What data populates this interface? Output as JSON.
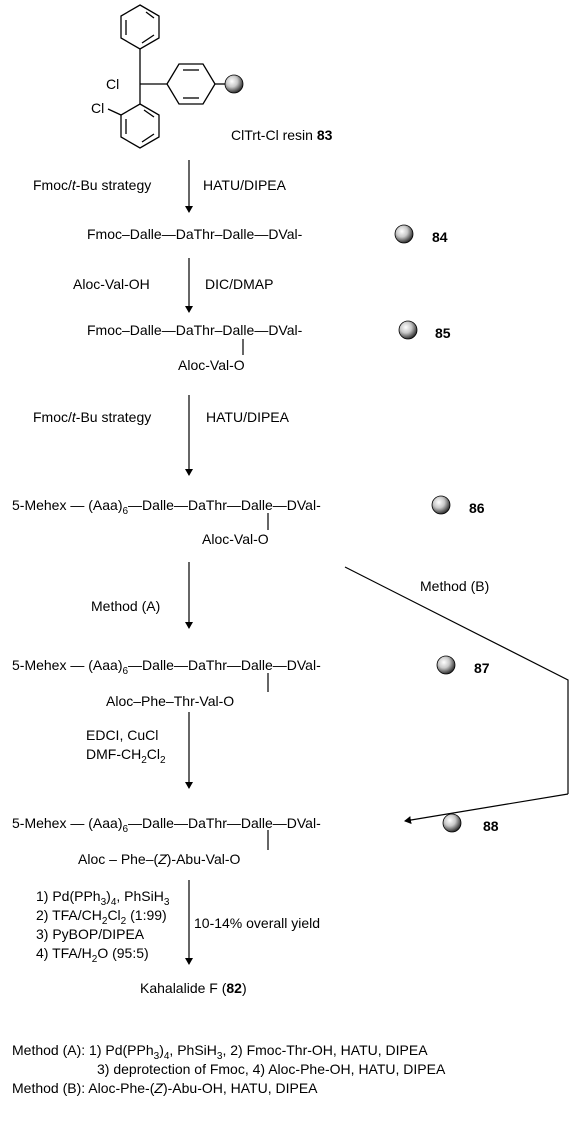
{
  "resin": {
    "cl_top": "Cl",
    "cl_left": "Cl",
    "name": "ClTrt-Cl resin",
    "number": "83"
  },
  "step1": {
    "left_a": "Fmoc/",
    "left_b": "t",
    "left_c": "-Bu strategy",
    "right": "HATU/DIPEA"
  },
  "cmpd84": {
    "fmoc": "Fmoc",
    "dalle1": "Dalle",
    "dathr_d": "Da",
    "dathr_t": "Thr",
    "dalle2": "Dalle",
    "dval": "DVal",
    "number": "84"
  },
  "step2": {
    "left": "Aloc-Val-OH",
    "right": "DIC/DMAP"
  },
  "cmpd85": {
    "fmoc": "Fmoc",
    "dalle1": "Dalle",
    "dathr_d": "Da",
    "dathr_t": "Thr",
    "dalle2": "Dalle",
    "dval": "DVal",
    "branch_aloc": "Aloc",
    "branch_val": "Val",
    "branch_o": "O",
    "number": "85"
  },
  "step3": {
    "left_a": "Fmoc/",
    "left_b": "t",
    "left_c": "-Bu strategy",
    "right": "HATU/DIPEA"
  },
  "cmpd86": {
    "mehex": "5-Mehex",
    "aaa": "(Aaa)",
    "aaa_sub": "6",
    "dalle1": "Dalle",
    "dathr_d": "Da",
    "dathr_t": "Thr",
    "dalle2": "Dalle",
    "dval": "DVal",
    "branch_aloc": "Aloc",
    "branch_val": "Val",
    "branch_o": "O",
    "number": "86"
  },
  "method_b_label": "Method (B)",
  "method_a_label": "Method (A)",
  "cmpd87": {
    "mehex": "5-Mehex",
    "aaa": "(Aaa)",
    "aaa_sub": "6",
    "dalle1": "Dalle",
    "dathr_d": "Da",
    "dathr_t": "Thr",
    "dalle2": "Dalle",
    "dval": "DVal",
    "branch_aloc": "Aloc",
    "branch_phe": "Phe",
    "branch_thr": "Thr",
    "branch_val": "Val",
    "branch_o": "O",
    "number": "87"
  },
  "step5": {
    "line1": "EDCI, CuCl",
    "line2_a": "DMF-CH",
    "line2_sub1": "2",
    "line2_b": "Cl",
    "line2_sub2": "2"
  },
  "cmpd88": {
    "mehex": "5-Mehex",
    "aaa": "(Aaa)",
    "aaa_sub": "6",
    "dalle1": "Dalle",
    "dathr_d": "Da",
    "dathr_t": "Thr",
    "dalle2": "Dalle",
    "dval": "DVal",
    "branch_aloc": "Aloc",
    "branch_phe": "Phe",
    "branch_z_open": "(",
    "branch_z": "Z",
    "branch_z_close": ")-Abu-Val-O",
    "number": "88"
  },
  "final_step": {
    "l1_a": "1) Pd(PPh",
    "l1_sub": "3",
    "l1_b": ")",
    "l1_sub2": "4",
    "l1_c": ", PhSiH",
    "l1_sub3": "3",
    "l2_a": "2) TFA/CH",
    "l2_sub1": "2",
    "l2_b": "Cl",
    "l2_sub2": "2",
    "l2_c": " (1:99)",
    "l3": "3) PyBOP/DIPEA",
    "l4_a": "4) TFA/H",
    "l4_sub": "2",
    "l4_b": "O (95:5)",
    "yield": "10-14% overall yield"
  },
  "product": {
    "name": "Kahalalide F (",
    "number": "82",
    "close": ")"
  },
  "footnotes": {
    "a_label": "Method (A): 1) Pd(PPh",
    "a_sub1": "3",
    "a_mid1": ")",
    "a_sub2": "4",
    "a_mid2": ", PhSiH",
    "a_sub3": "3",
    "a_rest": ", 2) Fmoc-Thr-OH, HATU, DIPEA",
    "a_line2": "3) deprotection of Fmoc, 4) Aloc-Phe-OH, HATU, DIPEA",
    "b_a": "Method (B): Aloc-Phe-(",
    "b_z": "Z",
    "b_rest": ")-Abu-OH, HATU, DIPEA"
  }
}
